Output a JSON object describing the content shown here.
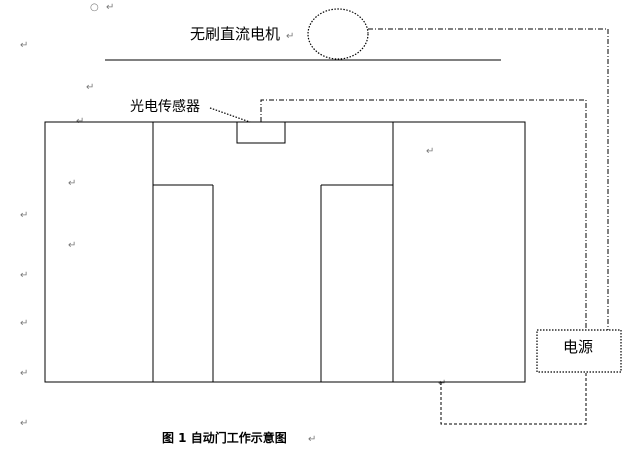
{
  "labels": {
    "motor": "无刷直流电机",
    "sensor": "光电传感器",
    "power": "电源",
    "caption": "图 1 自动门工作示意图"
  },
  "marks": {
    "paragraph": "↵",
    "bullet": "○"
  }
}
